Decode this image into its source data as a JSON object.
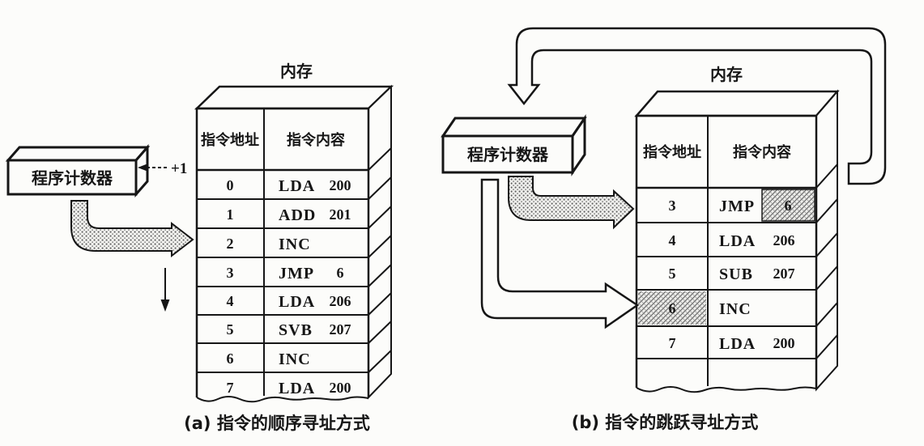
{
  "figure": {
    "colors": {
      "ink": "#161616",
      "paper": "#fcfcfa",
      "arrow_fill_dots": "#666666",
      "cell_hatch": "#8a8a8a"
    },
    "diagram_a": {
      "memory_title": "内存",
      "pc_label": "程序计数器",
      "increment_label": "+1",
      "columns": {
        "addr": "指令地址",
        "content": "指令内容"
      },
      "rows": [
        {
          "addr": "0",
          "op": "LDA",
          "operand": "200"
        },
        {
          "addr": "1",
          "op": "ADD",
          "operand": "201"
        },
        {
          "addr": "2",
          "op": "INC",
          "operand": ""
        },
        {
          "addr": "3",
          "op": "JMP",
          "operand": "6"
        },
        {
          "addr": "4",
          "op": "LDA",
          "operand": "206"
        },
        {
          "addr": "5",
          "op": "SVB",
          "operand": "207"
        },
        {
          "addr": "6",
          "op": "INC",
          "operand": ""
        },
        {
          "addr": "7",
          "op": "LDA",
          "operand": "200"
        }
      ],
      "caption": "(a) 指令的顺序寻址方式"
    },
    "diagram_b": {
      "memory_title": "内存",
      "pc_label": "程序计数器",
      "columns": {
        "addr": "指令地址",
        "content": "指令内容"
      },
      "rows": [
        {
          "addr": "3",
          "op": "JMP",
          "operand": "6",
          "operand_shaded": true
        },
        {
          "addr": "4",
          "op": "LDA",
          "operand": "206"
        },
        {
          "addr": "5",
          "op": "SUB",
          "operand": "207"
        },
        {
          "addr": "6",
          "op": "INC",
          "operand": "",
          "addr_shaded": true
        },
        {
          "addr": "7",
          "op": "LDA",
          "operand": "200"
        }
      ],
      "caption": "(b) 指令的跳跃寻址方式"
    }
  }
}
